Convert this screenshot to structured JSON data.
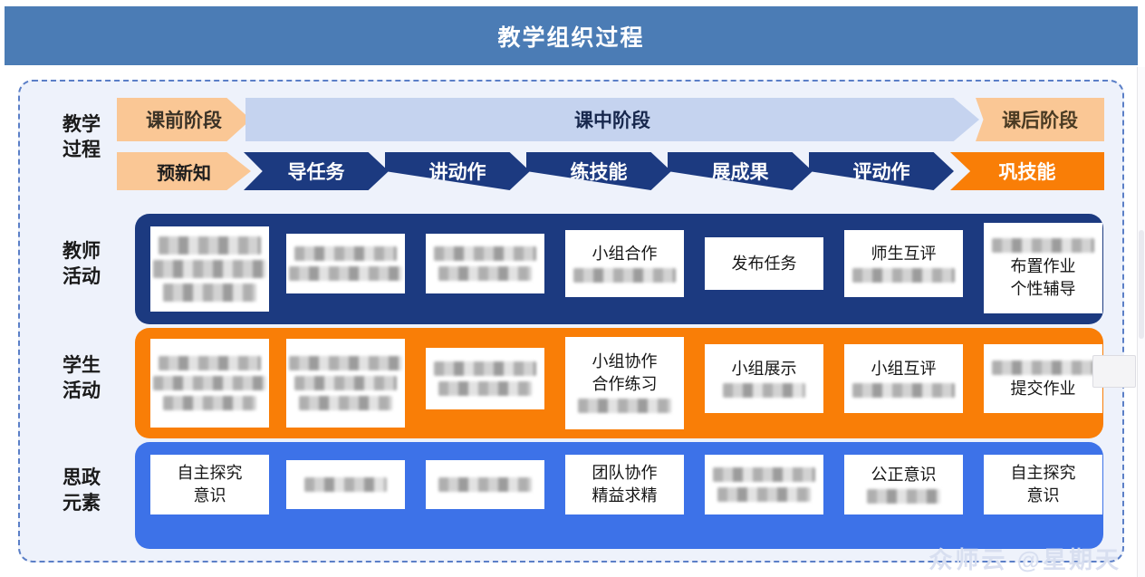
{
  "title": {
    "text": "教学组织过程"
  },
  "watermark": {
    "text": "众师云 @星期天"
  },
  "rows": {
    "process": {
      "label_line1": "教学",
      "label_line2": "过程"
    },
    "teacher": {
      "label_line1": "教师",
      "label_line2": "活动"
    },
    "student": {
      "label_line1": "学生",
      "label_line2": "活动"
    },
    "ideology": {
      "label_line1": "思政",
      "label_line2": "元素"
    }
  },
  "phases": [
    {
      "label": "课前阶段",
      "kind": "pre"
    },
    {
      "label": "课中阶段",
      "kind": "during"
    },
    {
      "label": "课后阶段",
      "kind": "post"
    }
  ],
  "steps": [
    {
      "label": "预新知",
      "kind": "pre"
    },
    {
      "label": "导任务",
      "kind": "navy"
    },
    {
      "label": "讲动作",
      "kind": "navy"
    },
    {
      "label": "练技能",
      "kind": "navy"
    },
    {
      "label": "展成果",
      "kind": "navy"
    },
    {
      "label": "评动作",
      "kind": "navy"
    },
    {
      "label": "巩技能",
      "kind": "orange"
    }
  ],
  "teacher_cards": [
    {
      "lines": [
        "",
        "",
        ""
      ],
      "redacted": [
        true,
        true,
        true
      ]
    },
    {
      "lines": [
        "",
        ""
      ],
      "redacted": [
        true,
        true
      ]
    },
    {
      "lines": [
        "",
        ""
      ],
      "redacted": [
        true,
        true
      ]
    },
    {
      "lines": [
        "小组合作",
        ""
      ],
      "redacted": [
        false,
        true
      ]
    },
    {
      "lines": [
        "发布任务"
      ],
      "redacted": [
        false
      ]
    },
    {
      "lines": [
        "师生互评",
        ""
      ],
      "redacted": [
        false,
        true
      ]
    },
    {
      "lines": [
        "",
        "布置作业",
        "个性辅导"
      ],
      "redacted": [
        true,
        false,
        false
      ]
    }
  ],
  "student_cards": [
    {
      "lines": [
        "",
        "",
        ""
      ],
      "redacted": [
        true,
        true,
        true
      ]
    },
    {
      "lines": [
        "",
        "",
        ""
      ],
      "redacted": [
        true,
        true,
        true
      ]
    },
    {
      "lines": [
        "",
        ""
      ],
      "redacted": [
        true,
        true
      ]
    },
    {
      "lines": [
        "小组协作",
        "合作练习",
        ""
      ],
      "redacted": [
        false,
        false,
        true
      ]
    },
    {
      "lines": [
        "小组展示",
        ""
      ],
      "redacted": [
        false,
        true
      ]
    },
    {
      "lines": [
        "小组互评",
        ""
      ],
      "redacted": [
        false,
        true
      ]
    },
    {
      "lines": [
        "",
        "提交作业"
      ],
      "redacted": [
        true,
        false
      ]
    }
  ],
  "ideology_cards": [
    {
      "lines": [
        "自主探究",
        "意识"
      ],
      "redacted": [
        false,
        false
      ]
    },
    {
      "lines": [
        ""
      ],
      "redacted": [
        true
      ]
    },
    {
      "lines": [
        ""
      ],
      "redacted": [
        true
      ]
    },
    {
      "lines": [
        "团队协作",
        "精益求精"
      ],
      "redacted": [
        false,
        false
      ]
    },
    {
      "lines": [
        "",
        ""
      ],
      "redacted": [
        true,
        true
      ]
    },
    {
      "lines": [
        "公正意识",
        ""
      ],
      "redacted": [
        false,
        true
      ]
    },
    {
      "lines": [
        "自主探究",
        "意识"
      ],
      "redacted": [
        false,
        false
      ]
    }
  ],
  "colors": {
    "title_bar": "#4b7cb5",
    "frame_bg": "#eef2fb",
    "frame_border": "#5b7fc7",
    "teacher_band": "#1c3a80",
    "student_band": "#f97e07",
    "ideology_band": "#3d72e8",
    "phase_pre": "#fac795",
    "phase_during": "#c5d3ef",
    "step_navy": "#1c3a80",
    "step_orange": "#f97e07"
  }
}
